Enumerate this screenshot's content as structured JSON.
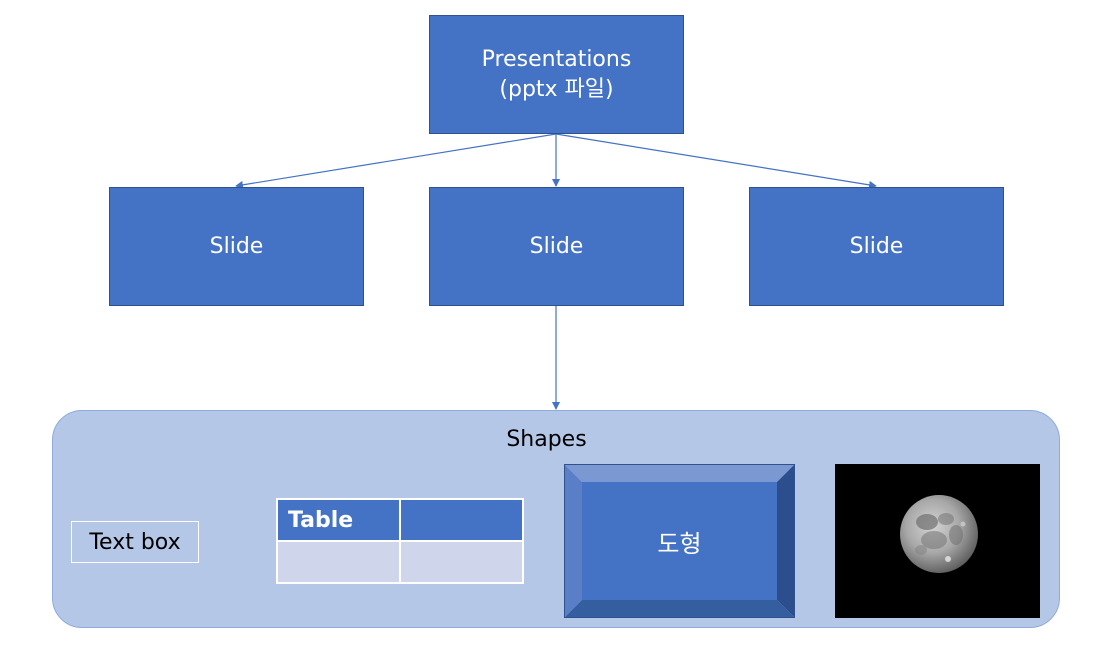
{
  "root": {
    "line1": "Presentations",
    "line2": "(pptx 파일)"
  },
  "slides": [
    {
      "label": "Slide"
    },
    {
      "label": "Slide"
    },
    {
      "label": "Slide"
    }
  ],
  "shapes": {
    "title": "Shapes",
    "text_box": "Text box",
    "table": {
      "header": [
        "Table",
        ""
      ],
      "rows": [
        [
          "",
          ""
        ]
      ]
    },
    "bevel_label": "도형",
    "picture": "moon-photo"
  },
  "colors": {
    "box_fill": "#4472c4",
    "box_border": "#2f528f",
    "panel_fill": "#b4c7e7",
    "table_body": "#cfd5ea",
    "connector": "#4472c4"
  }
}
